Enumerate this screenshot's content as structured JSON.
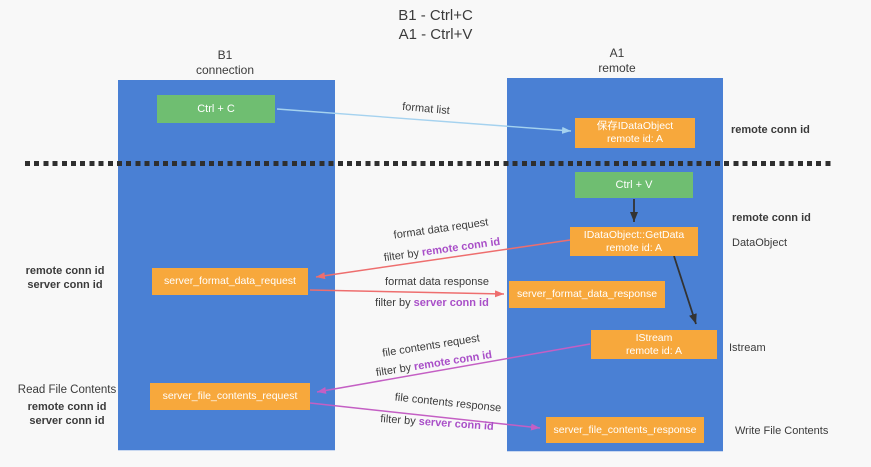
{
  "title": {
    "line1": "B1 - Ctrl+C",
    "line2": "A1 - Ctrl+V"
  },
  "lanes": {
    "left": {
      "name": "B1",
      "role": "connection"
    },
    "right": {
      "name": "A1",
      "role": "remote"
    }
  },
  "nodes": {
    "ctrl_c": "Ctrl + C",
    "save_idataobject": {
      "line1": "保存IDataObject",
      "line2": "remote id: A"
    },
    "ctrl_v": "Ctrl + V",
    "getdata": {
      "line1": "IDataObject::GetData",
      "line2": "remote id: A"
    },
    "format_request": "server_format_data_request",
    "format_response": "server_format_data_response",
    "istream": {
      "line1": "IStream",
      "line2": "remote id: A"
    },
    "file_request": "server_file_contents_request",
    "file_response": "server_file_contents_response"
  },
  "edge_labels": {
    "format_list": "format list",
    "format_data_request": "format data request",
    "format_data_response": "format data response",
    "file_contents_request": "file contents request",
    "file_contents_response": "file contents response",
    "filter_by": "filter by",
    "remote_conn_id": "remote conn id",
    "server_conn_id": "server conn id"
  },
  "side_labels": {
    "left_top": {
      "remote": "remote conn id",
      "server": "server conn id"
    },
    "left_bottom": {
      "title": "Read File Contents",
      "remote": "remote conn id",
      "server": "server conn id"
    },
    "right_top_remote": "remote conn id",
    "right_mid_remote": "remote conn id",
    "right_dataobject": "DataObject",
    "right_istream": "Istream",
    "right_write": "Write File Contents"
  },
  "colors": {
    "lane_blue": "#4a80d4",
    "box_orange": "#f7a83c",
    "box_green": "#6fbe71",
    "arrow_sky": "#a5d2ef",
    "arrow_salmon": "#ee6e6e",
    "arrow_magenta": "#c45fc4",
    "text_purple": "#a94fc8",
    "text_green": "#5bbb63",
    "text_ink": "#3b3b3b",
    "dash_dark": "#2f2f2f",
    "page_bg": "#f8f8f8"
  }
}
